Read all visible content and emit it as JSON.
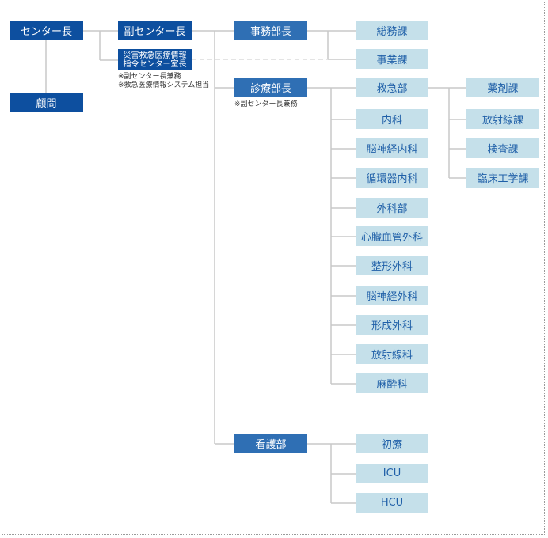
{
  "colors": {
    "primary": "#0d4f9f",
    "secondary": "#2f6fb4",
    "leaf": "#c5e0ea",
    "leaf_text": "#2060a8",
    "line": "#c8c8c8"
  },
  "top": {
    "center_director": "センター長",
    "advisor": "顧問",
    "deputy_director": "副センター長",
    "disaster_line1": "災害救急医療情報",
    "disaster_line2": "指令センター室長",
    "deputy_note1": "※副センター長兼務",
    "deputy_note2": "※救急医療情報システム担当"
  },
  "admin": {
    "label": "事務部長",
    "units": [
      "総務課",
      "事業課"
    ]
  },
  "medical": {
    "label": "診療部長",
    "note": "※副センター長兼務",
    "departments": [
      "救急部",
      "内科",
      "脳神経内科",
      "循環器内科",
      "外科部",
      "心臓血管外科",
      "整形外科",
      "脳神経外科",
      "形成外科",
      "放射線科",
      "麻酔科"
    ],
    "support": [
      "薬剤課",
      "放射線課",
      "検査課",
      "臨床工学課"
    ]
  },
  "nursing": {
    "label": "看護部",
    "units": [
      "初療",
      "ICU",
      "HCU"
    ]
  }
}
